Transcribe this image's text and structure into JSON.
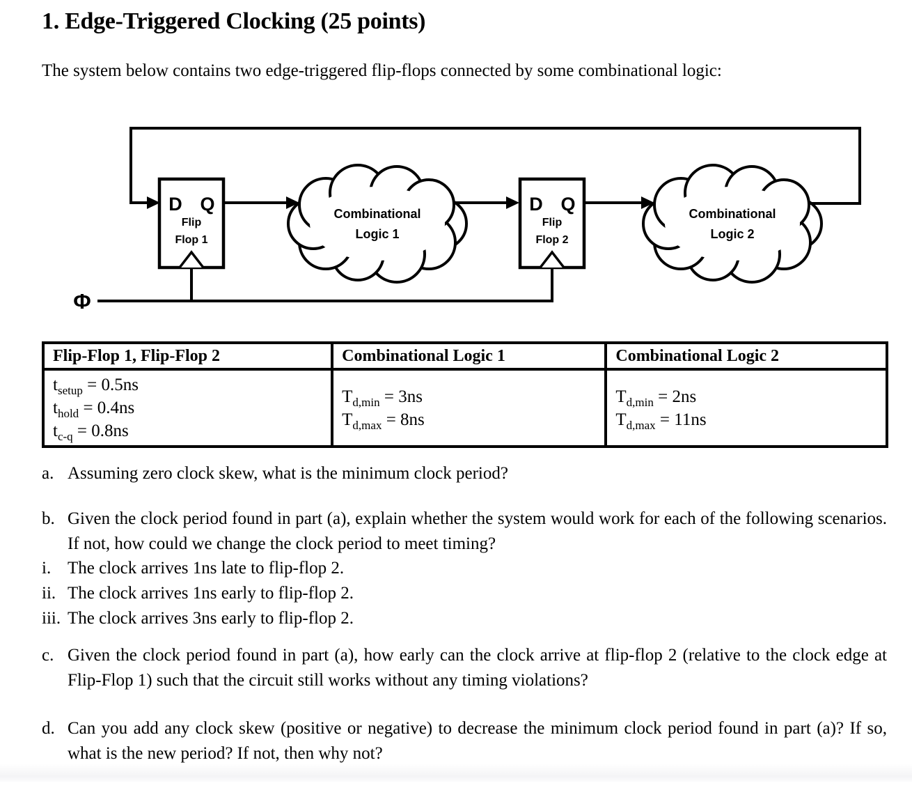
{
  "page": {
    "title": "1. Edge-Triggered Clocking (25 points)",
    "intro": "The system below contains two edge-triggered flip-flops connected by some combinational logic:"
  },
  "diagram": {
    "clock_label": "Φ",
    "ff1": {
      "d": "D",
      "q": "Q",
      "name_line1": "Flip",
      "name_line2": "Flop 1"
    },
    "ff2": {
      "d": "D",
      "q": "Q",
      "name_line1": "Flip",
      "name_line2": "Flop 2"
    },
    "cloud1": {
      "line1": "Combinational",
      "line2": "Logic 1"
    },
    "cloud2": {
      "line1": "Combinational",
      "line2": "Logic 2"
    }
  },
  "table": {
    "headers": [
      "Flip-Flop 1, Flip-Flop 2",
      "Combinational Logic 1",
      "Combinational Logic 2"
    ],
    "ff_params": [
      {
        "base": "t",
        "sub": "setup",
        "rest": " = 0.5ns"
      },
      {
        "base": "t",
        "sub": "hold",
        "rest": " = 0.4ns"
      },
      {
        "base": "t",
        "sub": "c-q",
        "rest": " = 0.8ns"
      }
    ],
    "logic1_params": [
      {
        "base": "T",
        "sub": "d,min",
        "rest": " = 3ns"
      },
      {
        "base": "T",
        "sub": "d,max",
        "rest": " = 8ns"
      }
    ],
    "logic2_params": [
      {
        "base": "T",
        "sub": "d,min",
        "rest": " = 2ns"
      },
      {
        "base": "T",
        "sub": "d,max",
        "rest": " = 11ns"
      }
    ]
  },
  "questions": {
    "a": {
      "label": "a.",
      "text": "Assuming zero clock skew, what is the minimum clock period?"
    },
    "b": {
      "label": "b.",
      "text": "Given the clock period found in part (a), explain whether the system would work for each of the following scenarios. If not, how could we change the clock period to meet timing?"
    },
    "sub": [
      {
        "label": "i.",
        "text": "The clock arrives 1ns late to flip-flop 2."
      },
      {
        "label": "ii.",
        "text": "The clock arrives 1ns early to flip-flop 2."
      },
      {
        "label": "iii.",
        "text": "The clock arrives 3ns early to flip-flop 2."
      }
    ],
    "c": {
      "label": "c.",
      "text": "Given the clock period found in part (a), how early can the clock arrive at flip-flop 2 (relative to the clock edge at Flip-Flop 1) such that the circuit still works without any timing violations?"
    },
    "d": {
      "label": "d.",
      "text": "Can you add any clock skew (positive or negative) to decrease the minimum clock period found in part (a)? If so, what is the new period? If not, then why not?"
    }
  }
}
